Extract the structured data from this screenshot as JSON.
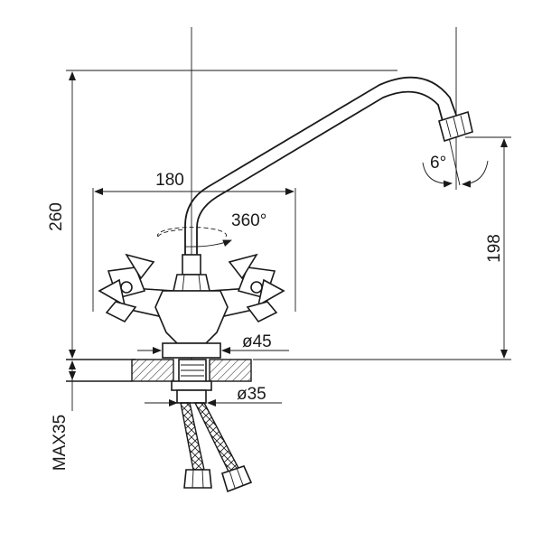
{
  "dimensions": {
    "height_total": "260",
    "spout_reach": "180",
    "rotation": "360°",
    "outlet_height": "198",
    "outlet_angle": "6°",
    "base_diameter": "ø45",
    "mount_hole_diameter": "ø35",
    "max_deck_thickness": "MAX35"
  }
}
